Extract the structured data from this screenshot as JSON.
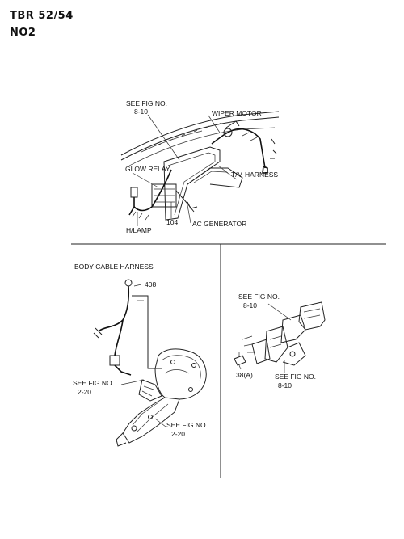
{
  "header": {
    "model": "TBR 52/54",
    "code": "NO2"
  },
  "top_panel": {
    "labels": {
      "see_fig_1": "SEE FIG NO.",
      "see_fig_1_num": "8-10",
      "wiper_motor": "WIPER MOTOR",
      "glow_relay": "GLOW RELAY",
      "tm_harness": "T/M HARNESS",
      "part_104": "104",
      "ac_generator": "AC GENERATOR",
      "h_lamp": "H/LAMP"
    }
  },
  "bottom_left_panel": {
    "labels": {
      "body_cable_harness": "BODY CABLE HARNESS",
      "part_408": "408",
      "see_fig_a": "SEE FIG NO.",
      "see_fig_a_num": "2-20",
      "see_fig_b": "SEE FIG NO.",
      "see_fig_b_num": "2-20"
    }
  },
  "bottom_right_panel": {
    "labels": {
      "see_fig_c": "SEE FIG NO.",
      "see_fig_c_num": "8-10",
      "part_38a": "38(A)",
      "see_fig_d": "SEE FIG NO.",
      "see_fig_d_num": "8-10"
    }
  }
}
